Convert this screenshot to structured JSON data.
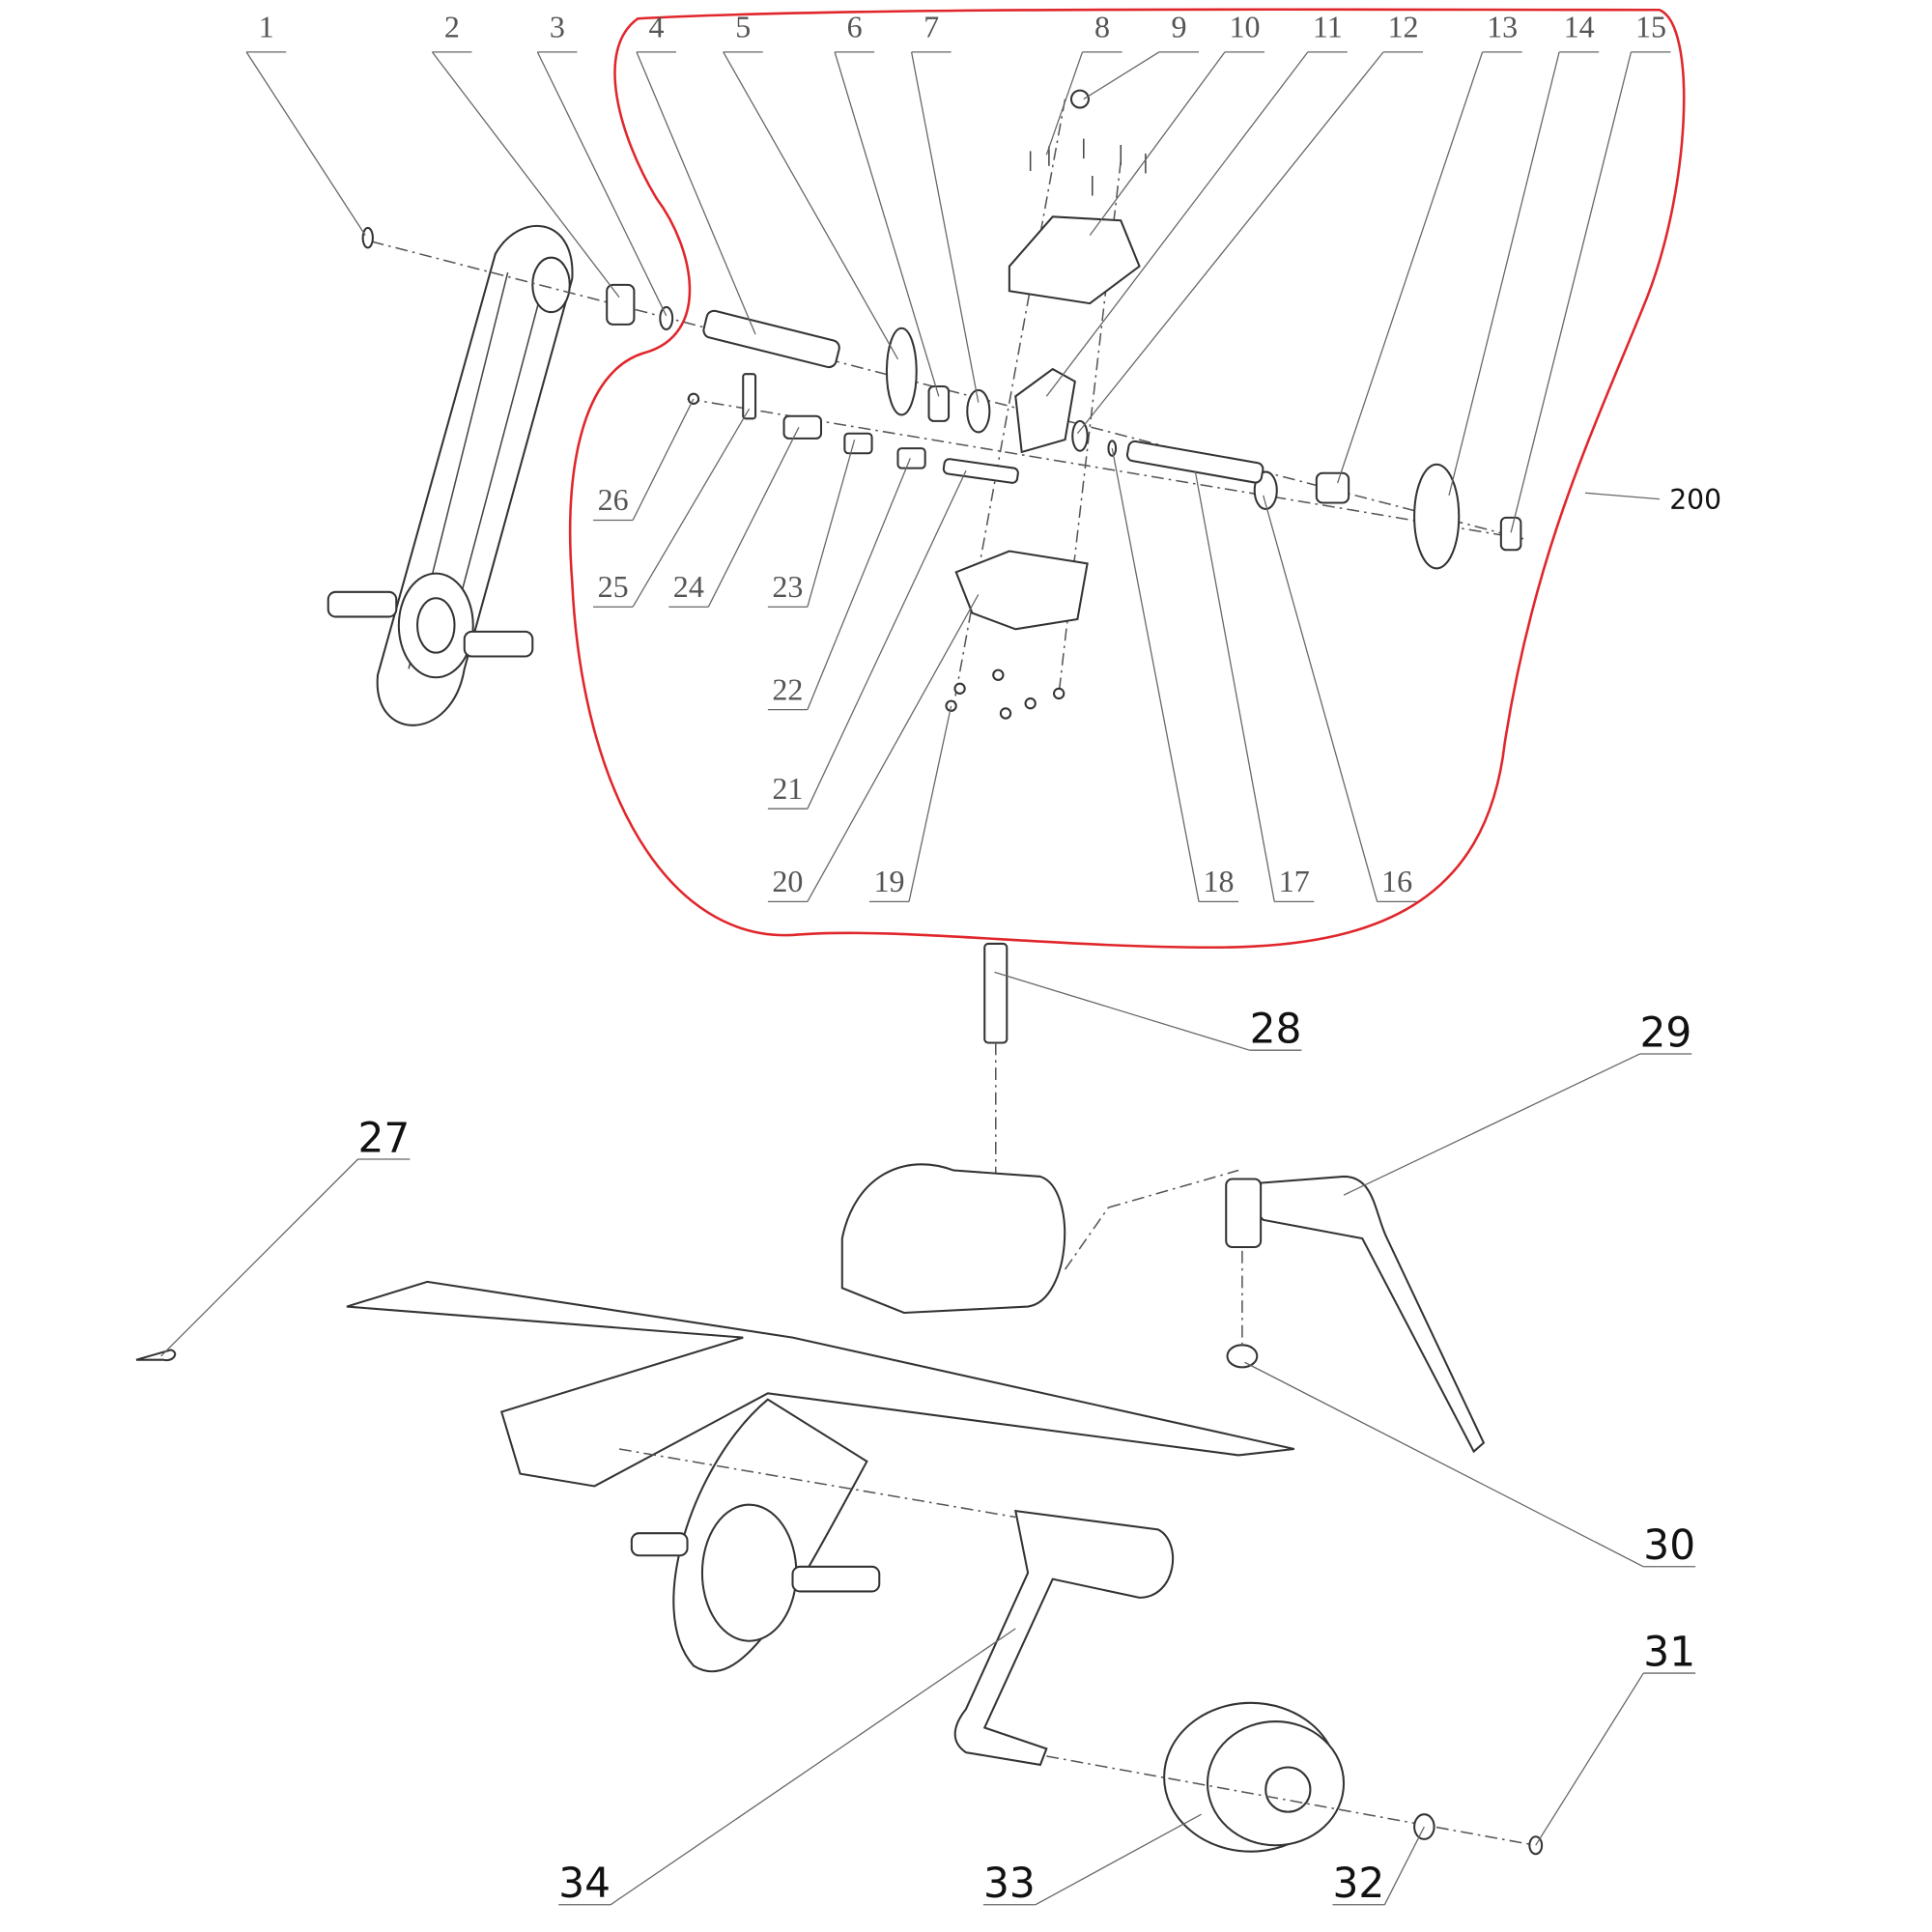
{
  "diagram": {
    "title": "Tiller exploded parts diagram",
    "group_outline_color": "#e0262b",
    "group_label": "200",
    "gearbox_callouts": [
      "1",
      "2",
      "3",
      "4",
      "5",
      "6",
      "7",
      "8",
      "9",
      "10",
      "11",
      "12",
      "13",
      "14",
      "15",
      "16",
      "17",
      "18",
      "19",
      "20",
      "21",
      "22",
      "23",
      "24",
      "25",
      "26"
    ],
    "assembly_callouts": [
      "27",
      "28",
      "29",
      "30",
      "31",
      "32",
      "33",
      "34"
    ]
  }
}
